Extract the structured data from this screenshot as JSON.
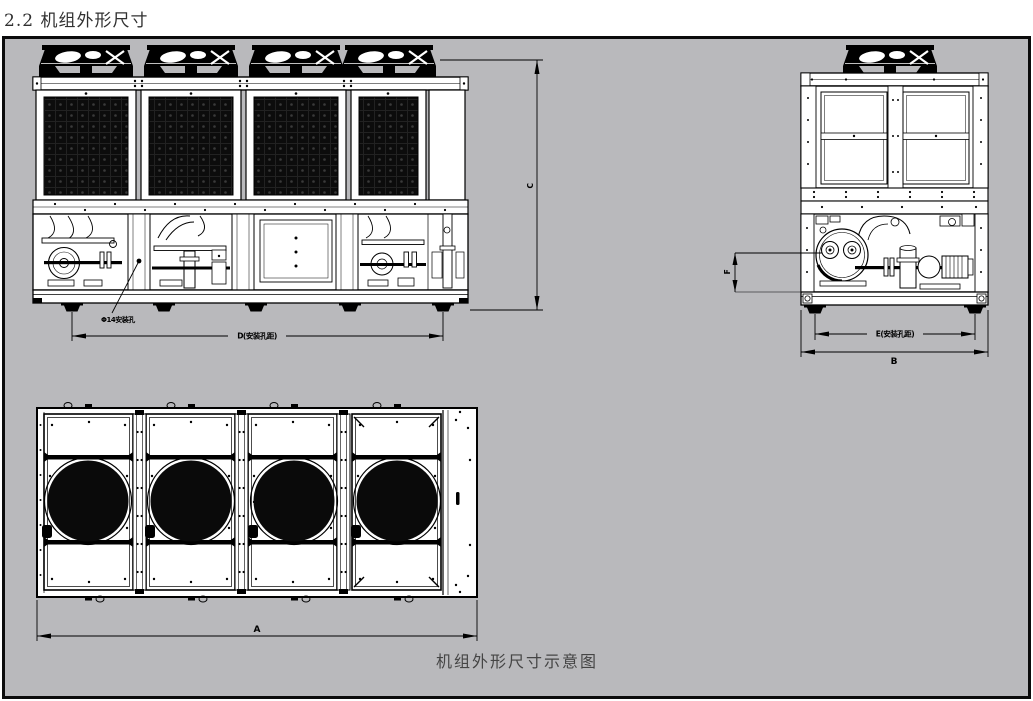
{
  "page": {
    "heading": "2.2 机组外形尺寸",
    "caption": "机组外形尺寸示意图"
  },
  "dimension_labels": {
    "length_A": "A",
    "width_B": "B",
    "height_C": "C",
    "front_hole_spacing": "D(安装孔距)",
    "side_hole_spacing": "E(安装孔距)",
    "pipe_height_F": "F",
    "mounting_hole_note": "Φ14安装孔"
  },
  "colors": {
    "canvas_background": "#b9b9bc",
    "line": "#000000",
    "panel_fill": "#ffffff",
    "coil_fill": "#0c0c0c",
    "heading_text": "#303030",
    "caption_text": "#454545"
  }
}
